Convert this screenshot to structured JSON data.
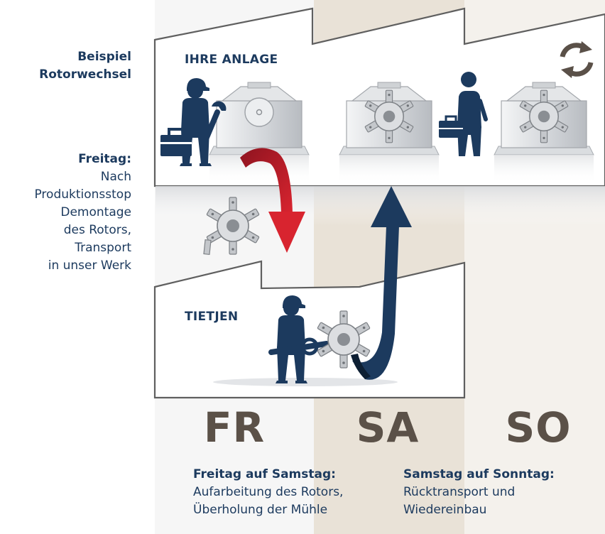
{
  "sidebar": {
    "title_line1": "Beispiel",
    "title_line2": "Rotorwechsel",
    "friday_title": "Freitag:",
    "friday_lines": [
      "Nach",
      "Produktionsstop",
      "Demontage",
      "des Rotors,",
      "Transport",
      "in unser Werk"
    ]
  },
  "plants": {
    "customer_label": "IHRE ANLAGE",
    "company_label": "TIETJEN"
  },
  "days": [
    "FR",
    "SA",
    "SO"
  ],
  "notes": {
    "fri_sat_title": "Freitag auf Samstag:",
    "fri_sat_lines": [
      "Aufarbeitung des Rotors,",
      "Überholung der Mühle"
    ],
    "sat_sun_title": "Samstag auf Sonntag:",
    "sat_sun_lines": [
      "Rücktransport und",
      "Wiedereinbau"
    ]
  },
  "colors": {
    "band_beige": "#e9e2d7",
    "navy": "#1c3a5e",
    "red_arrow": "#c4202c",
    "day_text": "#5b5148",
    "machine_grey": "#c9ccd0"
  },
  "icons": [
    "cycle-icon",
    "worker-icon",
    "rotor-icon",
    "wrench-icon",
    "toolbox-icon",
    "briefcase-icon"
  ]
}
